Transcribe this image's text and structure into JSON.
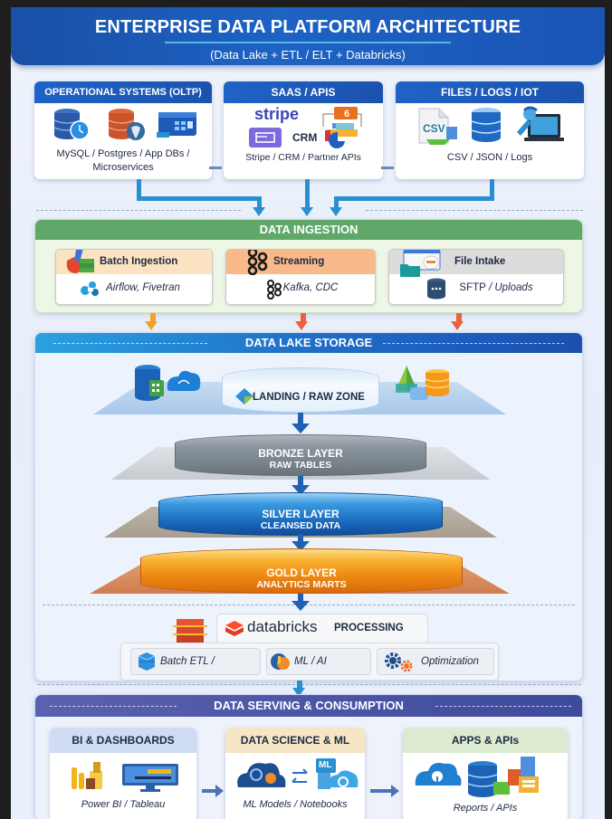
{
  "header": {
    "title": "ENTERPRISE DATA PLATFORM ARCHITECTURE",
    "subtitle": "(Data Lake + ETL / ELT + Databricks)"
  },
  "sources": [
    {
      "title": "OPERATIONAL SYSTEMS (OLTP)",
      "caption_line1": "MySQL / Postgres  /  App DBs /",
      "caption_line2": "Microservices",
      "icons": [
        "mysql-database-icon",
        "postgres-database-icon",
        "microservices-server-icon"
      ]
    },
    {
      "title": "SAAS / APIS",
      "stripe_logo": "stripe",
      "crm_label": "CRM",
      "caption": "Stripe / CRM / Partner APIs",
      "icons": [
        "stripe-logo",
        "crm-icon",
        "partner-api-icon"
      ]
    },
    {
      "title": "FILES / LOGS / IOT",
      "csv_label": "CSV",
      "caption": "CSV / JSON / Logs",
      "icons": [
        "csv-file-icon",
        "log-database-icon",
        "iot-laptop-icon"
      ]
    }
  ],
  "ingestion": {
    "title": "DATA INGESTION",
    "colors": {
      "header": "#5fa86a",
      "body": "#eef6e6"
    },
    "items": [
      {
        "label": "Batch Ingestion",
        "tool": "Airflow, Fivetran",
        "header_color": "#fbe3c2",
        "icon": "batch-ingestion-icon",
        "tool_icon": "airflow-icon"
      },
      {
        "label": "Streaming",
        "tool": "Kafka, CDC",
        "header_color": "#f9b98a",
        "icon": "kafka-icon",
        "tool_icon": "kafka-icon"
      },
      {
        "label": "File Intake",
        "tool_prefix": "SFTP",
        "tool_suffix": " / Uploads",
        "header_color": "#dcdcdc",
        "icon": "file-intake-icon",
        "tool_icon": "sftp-database-icon"
      }
    ]
  },
  "lake": {
    "title": "DATA LAKE STORAGE",
    "landing": "LANDING  /  RAW ZONE",
    "layers": [
      {
        "name": "BRONZE LAYER",
        "desc": "RAW TABLES"
      },
      {
        "name": "SILVER LAYER",
        "desc": "CLEANSED DATA"
      },
      {
        "name": "GOLD LAYER",
        "desc": "ANALYTICS MARTS"
      }
    ],
    "processing": {
      "brand": "databricks",
      "label": "PROCESSING",
      "chips": [
        {
          "label": "Batch ETL / Streaming",
          "icon": "batch-etl-icon"
        },
        {
          "label": "ML / AI Modeling",
          "icon": "ml-ai-icon"
        },
        {
          "label": "Optimization",
          "icon": "gears-icon"
        }
      ]
    }
  },
  "serving": {
    "title": "DATA SERVING & CONSUMPTION",
    "cards": [
      {
        "title": "BI & DASHBOARDS",
        "caption": "Power BI / Tableau",
        "header_color": "#cfdcf3"
      },
      {
        "title": "DATA SCIENCE & ML",
        "caption": "ML Models / Notebooks",
        "ml_badge": "ML",
        "header_color": "#f6e6c6"
      },
      {
        "title": "APPS & APIs",
        "caption": "Reports / APIs",
        "header_color": "#dcebcf"
      }
    ]
  }
}
